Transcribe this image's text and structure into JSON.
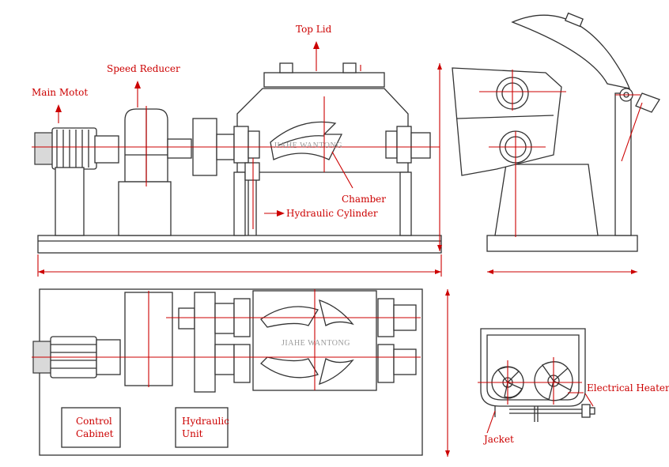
{
  "labels": {
    "main_motor": "Main Motot",
    "speed_reducer": "Speed Reducer",
    "top_lid": "Top Lid",
    "chamber": "Chamber",
    "hydraulic_cylinder": "Hydraulic Cylinder",
    "control_cabinet_line1": "Control",
    "control_cabinet_line2": "Cabinet",
    "hydraulic_unit_line1": "Hydraulic",
    "hydraulic_unit_line2": "Unit",
    "electrical_heater": "Electrical Heater",
    "jacket": "Jacket"
  },
  "watermark": "JIAHE WANTONG",
  "colors": {
    "annotation": "#cc0000",
    "line": "#333333",
    "fill": "#d9d9d9"
  },
  "views": [
    "front-elevation",
    "side-elevation",
    "top-plan",
    "section"
  ]
}
